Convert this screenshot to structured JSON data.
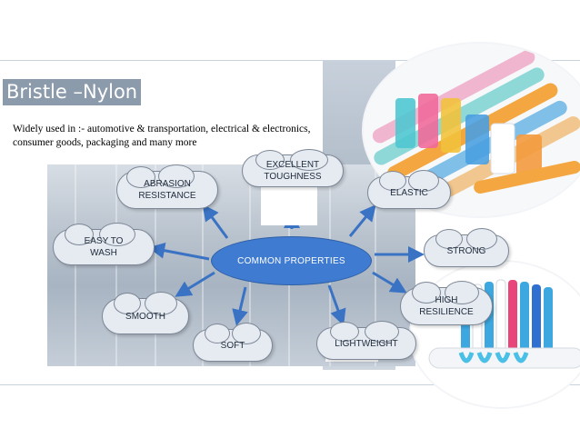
{
  "slide": {
    "title": "Bristle –Nylon",
    "intro": "Widely used in :-  automotive & transportation, electrical & electronics, consumer goods, packaging and many more"
  },
  "diagram": {
    "center": "COMMON PROPERTIES",
    "properties": {
      "abrasion": "ABRASION RESISTANCE",
      "toughness": "EXCELLENT TOUGHNESS",
      "elastic": "ELASTIC",
      "easy_wash": "EASY TO WASH",
      "strong": "STRONG",
      "smooth": "SMOOTH",
      "high_resilience": "HIGH RESILIENCE",
      "soft": "SOFT",
      "lightweight": "LIGHTWEIGHT"
    }
  },
  "colors": {
    "hub": "#3f7bd1",
    "arrow": "#3a72c4",
    "title_bg": "#8c9bab"
  },
  "images": {
    "top_photo": "toothbrush-heads-photo",
    "bottom_photo": "toothbrush-bristles-photo"
  }
}
